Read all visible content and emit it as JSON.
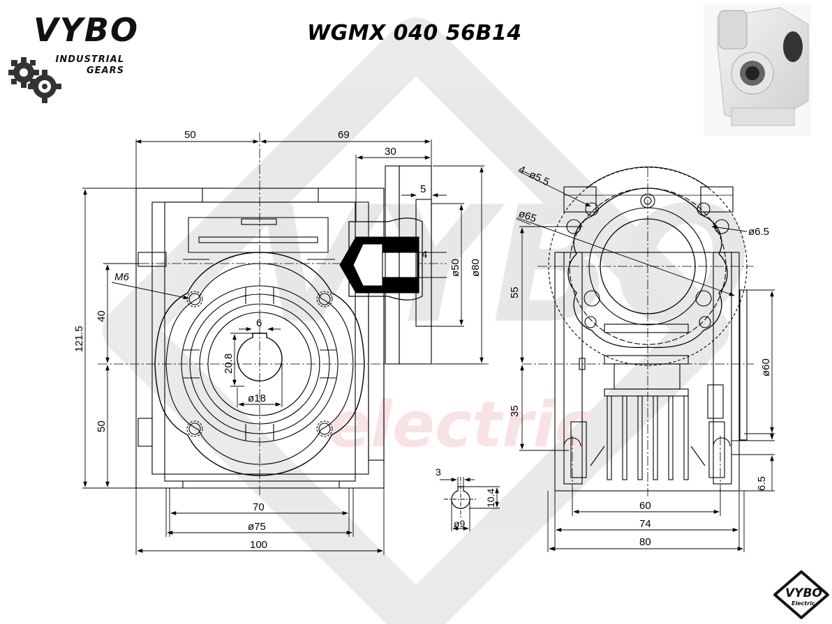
{
  "header": {
    "brand_mark": "VYBO",
    "brand_line1": "INDUSTRIAL",
    "brand_line2": "GEARS",
    "model_title": "WGMX 040 56B14"
  },
  "watermark": {
    "logo": "VYBO",
    "sub": "electric"
  },
  "badge": {
    "logo": "VYBO",
    "sub": "Electric"
  },
  "front_view": {
    "dims": {
      "left_width": "50",
      "right_width": "69",
      "input_flange": "30",
      "key_offset": "5",
      "key_height": "4",
      "shaft_dia_50": "ø50",
      "flange_dia_80": "ø80",
      "thread": "M6",
      "height_40": "40",
      "total_height": "121.5",
      "height_50": "50",
      "keyway_width": "6",
      "keyway_depth": "20.8",
      "bore_dia": "ø18",
      "bolt_span_70": "70",
      "pcd_75": "ø75",
      "base_width_100": "100"
    }
  },
  "shaft_detail": {
    "key_width": "3",
    "height": "10.4",
    "dia": "ø9"
  },
  "side_view": {
    "dims": {
      "holes": "4–ø5.5",
      "flange_dia": "ø65",
      "hole_dia": "ø6.5",
      "height_55": "55",
      "height_35": "35",
      "flange_60": "ø60",
      "foot_6_5": "6.5",
      "span_60": "60",
      "span_74": "74",
      "width_80": "80"
    }
  }
}
